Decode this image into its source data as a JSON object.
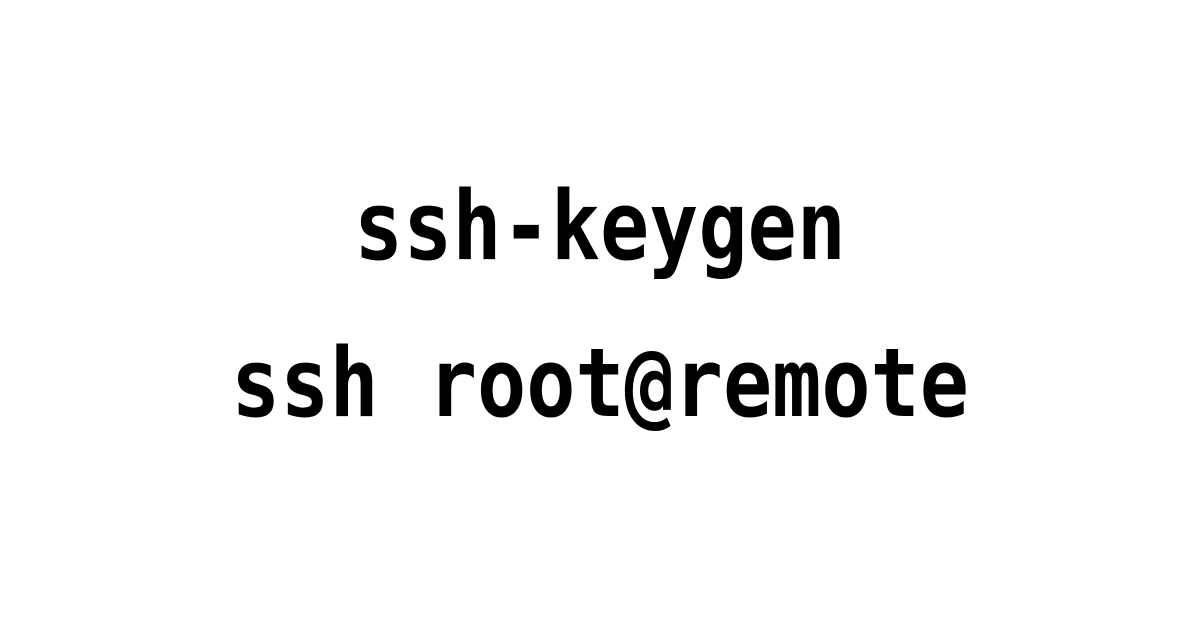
{
  "page": {
    "background_color": "#ffffff",
    "text_color": "#000000",
    "title": "ssh-keygen"
  },
  "commands": {
    "primary": "ssh-keygen",
    "secondary": "ssh root@remote"
  }
}
